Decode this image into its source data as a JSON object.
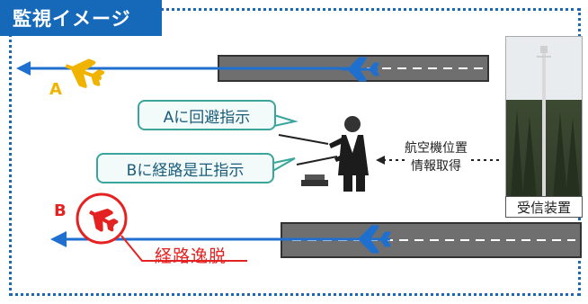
{
  "title": "監視イメージ",
  "aircraft_a_label": "A",
  "aircraft_b_label": "B",
  "instruction_a": "Aに回避指示",
  "instruction_b": "Bに経路是正指示",
  "info_label_line1": "航空機位置",
  "info_label_line2": "情報取得",
  "receiver_label": "受信装置",
  "deviation_label": "経路逸脱",
  "colors": {
    "frame_blue": "#1569b8",
    "arrow_blue": "#1f6fcf",
    "aircraft_a": "#f0b400",
    "aircraft_b": "#e52222",
    "runway": "#6f6f6f",
    "speech_border": "#3aa59a"
  }
}
